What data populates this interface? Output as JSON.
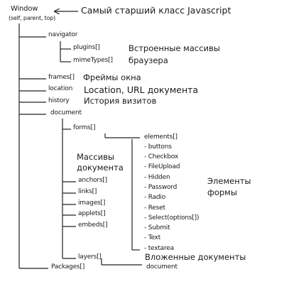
{
  "tree": {
    "window": "Window",
    "window_sub": "(self, parent, top)",
    "navigator": "navigator",
    "plugins": "plugins[]",
    "mimetypes": "mimeTypes[]",
    "frames": "frames[]",
    "location": "location",
    "history": "history",
    "document": "document",
    "forms": "forms[]",
    "elements": "elements[]",
    "element_items": [
      "- buttons",
      "- Checkbox",
      "- FileUpload",
      "- Hidden",
      "- Password",
      "- Radio",
      "- Reset",
      "- Select(options[])",
      "- Submit",
      "- Text",
      "- textarea"
    ],
    "anchors": "anchors[]",
    "links": "links[]",
    "images": "images[]",
    "applets": "applets[]",
    "embeds": "embeds[]",
    "layers": "layers[]",
    "packages": "Packages[]"
  },
  "notes": {
    "window": "Самый старший класс Javascript",
    "navigator_line1": "Встроенные массивы",
    "navigator_line2": "браузера",
    "frames": "Фреймы окна",
    "location": "Location, URL документа",
    "history": "История визитов",
    "doc_arrays_line1": "Массивы",
    "doc_arrays_line2": "документа",
    "form_elements_line1": "Элементы",
    "form_elements_line2": "формы",
    "layers_line1": "Вложенные документы",
    "layers_line2": "document"
  }
}
